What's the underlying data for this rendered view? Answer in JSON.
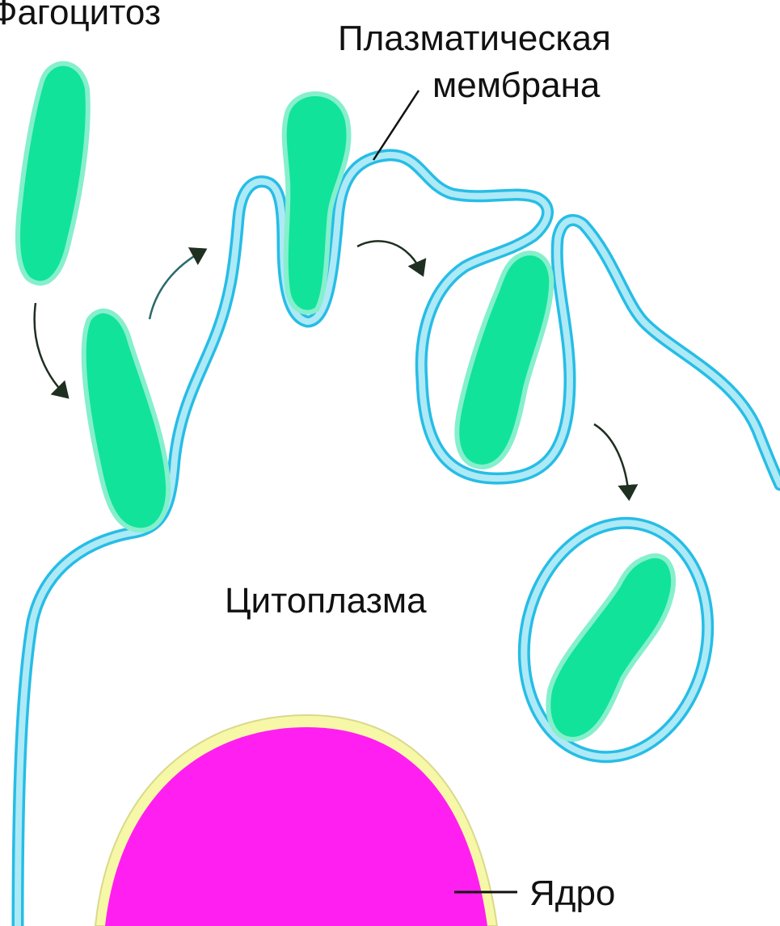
{
  "labels": {
    "title": "Фагоцитоз",
    "membrane_line1": "Плазматическая",
    "membrane_line2": "мембрана",
    "cytoplasm": "Цитоплазма",
    "nucleus": "Ядро"
  },
  "colors": {
    "membrane": "#aee9f6",
    "membrane_edge": "#26bde6",
    "bacteria": "#11e39a",
    "bacteria_edge": "#86efcd",
    "nucleus": "#ff1ff0",
    "nucleus_ring": "#f7f7a8",
    "arrow": "#1f2f20",
    "background": "#ffffff"
  },
  "icons": [
    "bacterium-icon",
    "curved-arrow-icon",
    "vesicle-icon"
  ]
}
